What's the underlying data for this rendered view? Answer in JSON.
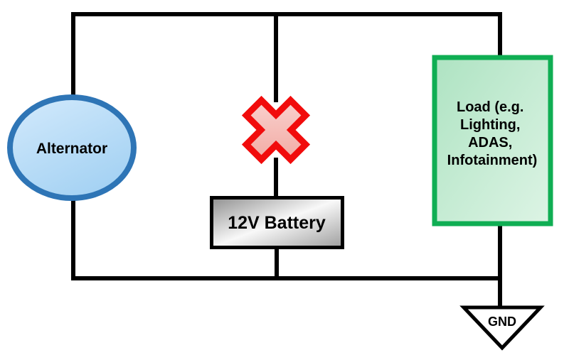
{
  "diagram_type": "automotive-power-net-block-diagram",
  "components": {
    "alternator": {
      "label": "Alternator",
      "shape": "ellipse"
    },
    "fault": {
      "icon": "x-cross-icon",
      "meaning": "broken-connection-mark"
    },
    "battery": {
      "label": "12V Battery",
      "shape": "rectangle"
    },
    "load": {
      "lines": [
        "Load (e.g.",
        "Lighting,",
        "ADAS,",
        "Infotainment)"
      ],
      "shape": "rectangle"
    },
    "ground": {
      "label": "GND",
      "shape": "triangle-down"
    }
  },
  "colors": {
    "background": "#ffffff",
    "wire": "#000000",
    "alternator_border": "#2e75b6",
    "alternator_fill_light": "#d3eafc",
    "alternator_fill_dark": "#a5d2f3",
    "fault_stroke": "#f10c0c",
    "fault_fill_light": "#fbdad8",
    "fault_fill_dark": "#f0a29a",
    "battery_border": "#000000",
    "battery_fill_dark": "#8f8f8f",
    "battery_fill_mid": "#f8f8f8",
    "battery_fill_edge": "#9e9e9e",
    "load_border": "#0fae53",
    "load_fill_dark": "#aee3c2",
    "load_fill_light": "#ddf4e5",
    "ground_fill": "#ffffff",
    "text": "#000000"
  }
}
